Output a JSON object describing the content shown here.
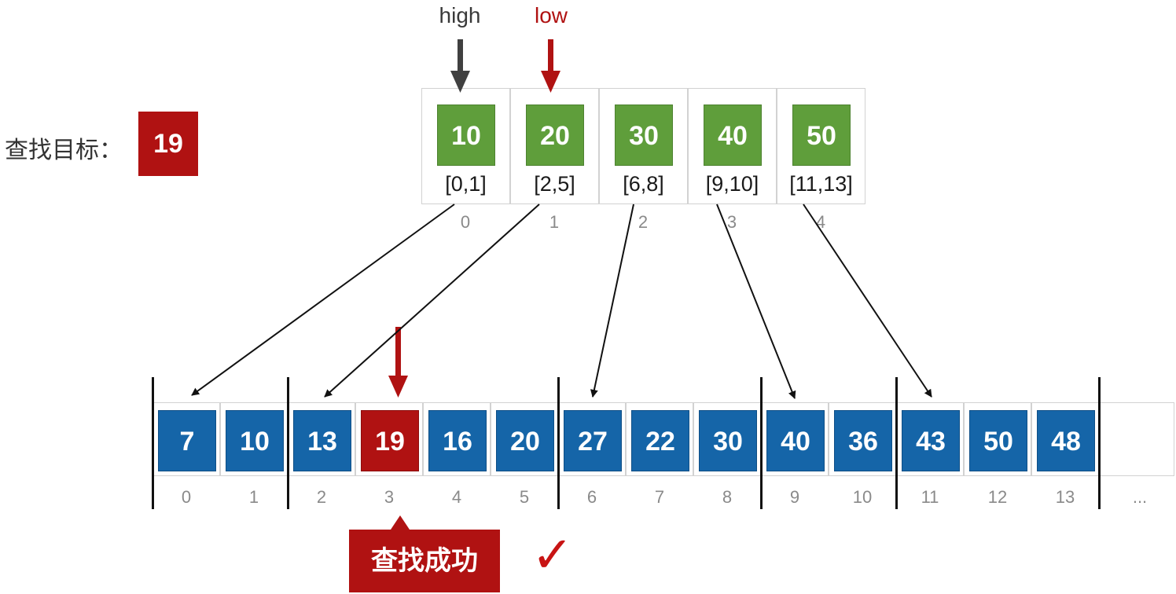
{
  "target": {
    "label": "查找目标：",
    "value": "19"
  },
  "pointers": {
    "high": "high",
    "low": "low"
  },
  "index_table": [
    {
      "max": "10",
      "range": "[0,1]",
      "index": "0"
    },
    {
      "max": "20",
      "range": "[2,5]",
      "index": "1"
    },
    {
      "max": "30",
      "range": "[6,8]",
      "index": "2"
    },
    {
      "max": "40",
      "range": "[9,10]",
      "index": "3"
    },
    {
      "max": "50",
      "range": "[11,13]",
      "index": "4"
    }
  ],
  "array": [
    {
      "value": "7",
      "index": "0"
    },
    {
      "value": "10",
      "index": "1"
    },
    {
      "value": "13",
      "index": "2"
    },
    {
      "value": "19",
      "index": "3"
    },
    {
      "value": "16",
      "index": "4"
    },
    {
      "value": "20",
      "index": "5"
    },
    {
      "value": "27",
      "index": "6"
    },
    {
      "value": "22",
      "index": "7"
    },
    {
      "value": "30",
      "index": "8"
    },
    {
      "value": "40",
      "index": "9"
    },
    {
      "value": "36",
      "index": "10"
    },
    {
      "value": "43",
      "index": "11"
    },
    {
      "value": "50",
      "index": "12"
    },
    {
      "value": "48",
      "index": "13"
    }
  ],
  "array_ellipsis": "...",
  "result": {
    "label": "查找成功",
    "mark": "✓"
  },
  "colors": {
    "index_box": "#5f9e3b",
    "array_box": "#1565a8",
    "hit": "#b01212",
    "high_arrow": "#404040",
    "low_arrow": "#b01212"
  }
}
